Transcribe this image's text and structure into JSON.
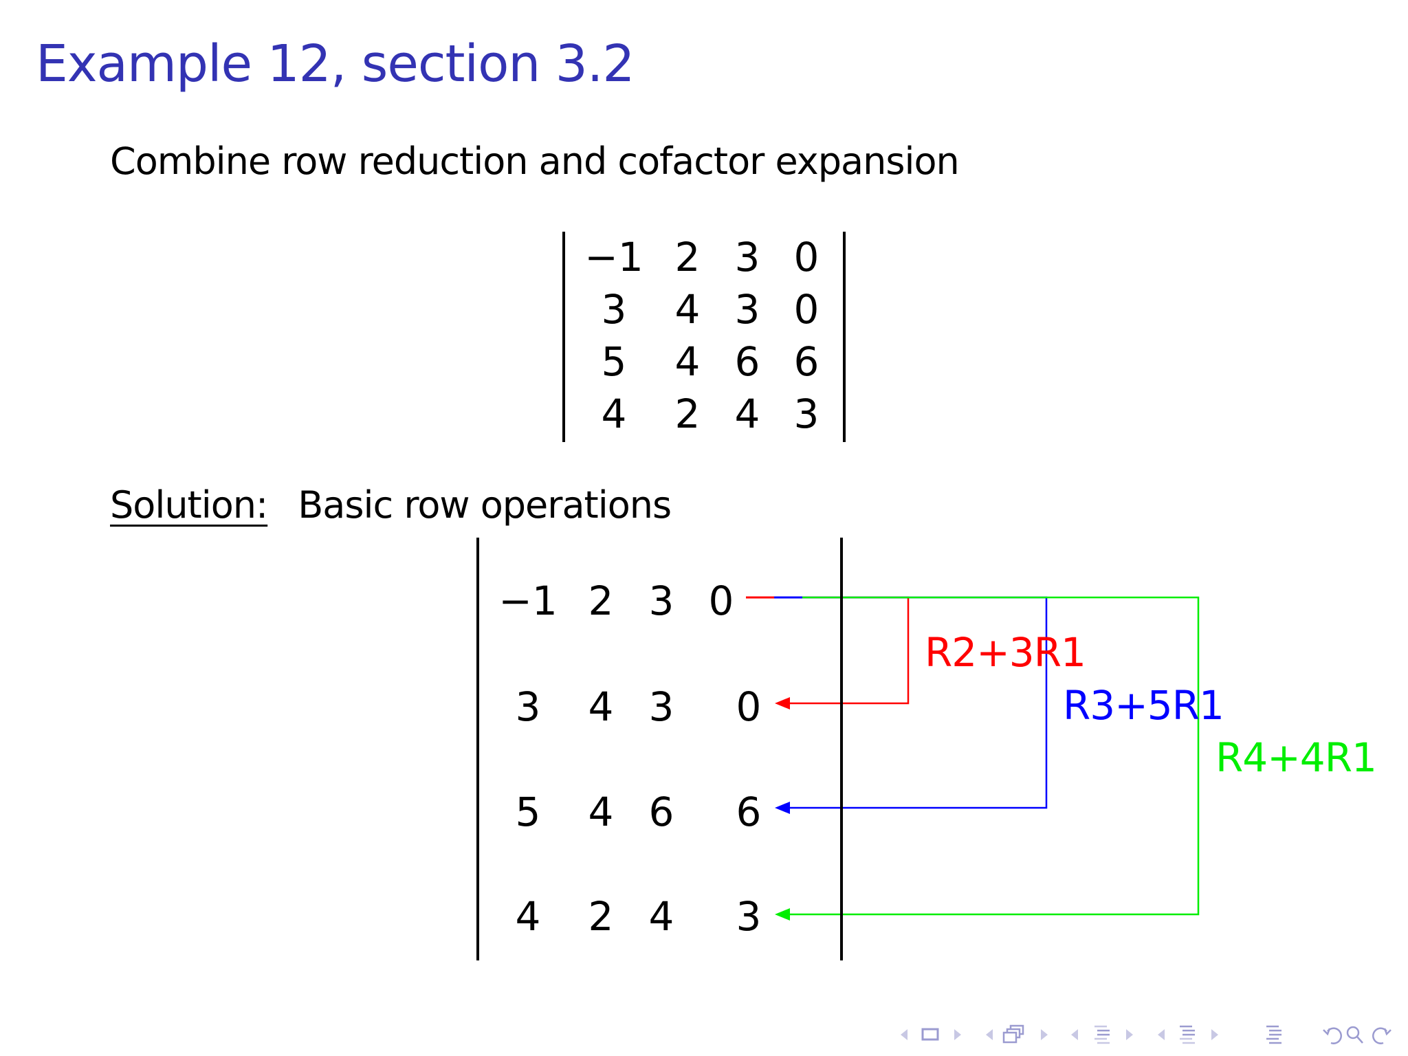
{
  "slide": {
    "title": "Example 12, section 3.2",
    "subtitle": "Combine row reduction and cofactor expansion",
    "solution_label": "Solution:",
    "solution_text": "Basic row operations"
  },
  "determinant": {
    "rows": [
      [
        "−1",
        "2",
        "3",
        "0"
      ],
      [
        "3",
        "4",
        "3",
        "0"
      ],
      [
        "5",
        "4",
        "6",
        "6"
      ],
      [
        "4",
        "2",
        "4",
        "3"
      ]
    ]
  },
  "solution_matrix": {
    "rows": [
      [
        "−1",
        "2",
        "3",
        "0"
      ],
      [
        "3",
        "4",
        "3",
        "0"
      ],
      [
        "5",
        "4",
        "6",
        "6"
      ],
      [
        "4",
        "2",
        "4",
        "3"
      ]
    ]
  },
  "operations": [
    {
      "label": "R2+3R1",
      "color": "#ff0000",
      "target_row": 2
    },
    {
      "label": "R3+5R1",
      "color": "#0000ff",
      "target_row": 3
    },
    {
      "label": "R4+4R1",
      "color": "#00ee00",
      "target_row": 4
    }
  ],
  "colors": {
    "title": "#3333b3",
    "text": "#000000",
    "nav": "#b6b6dc"
  },
  "navigation": [
    {
      "name": "nav-prev-frame-icon",
      "glyph": "◀"
    },
    {
      "name": "nav-frame-icon",
      "glyph": "□"
    },
    {
      "name": "nav-next-frame-icon",
      "glyph": "▶"
    },
    {
      "name": "nav-prev-slide-icon",
      "glyph": "◀"
    },
    {
      "name": "nav-slide-icon",
      "glyph": "⧉"
    },
    {
      "name": "nav-next-slide-icon",
      "glyph": "▶"
    },
    {
      "name": "nav-prev-subsection-icon",
      "glyph": "◀"
    },
    {
      "name": "nav-subsection-icon",
      "glyph": "≡"
    },
    {
      "name": "nav-next-subsection-icon",
      "glyph": "▶"
    },
    {
      "name": "nav-prev-section-icon",
      "glyph": "◀"
    },
    {
      "name": "nav-section-icon",
      "glyph": "≡"
    },
    {
      "name": "nav-next-section-icon",
      "glyph": "▶"
    },
    {
      "name": "nav-document-icon",
      "glyph": "≡"
    },
    {
      "name": "nav-back-icon",
      "glyph": "↺"
    },
    {
      "name": "nav-search-icon",
      "glyph": "⌕"
    },
    {
      "name": "nav-forward-icon",
      "glyph": "↻"
    }
  ]
}
